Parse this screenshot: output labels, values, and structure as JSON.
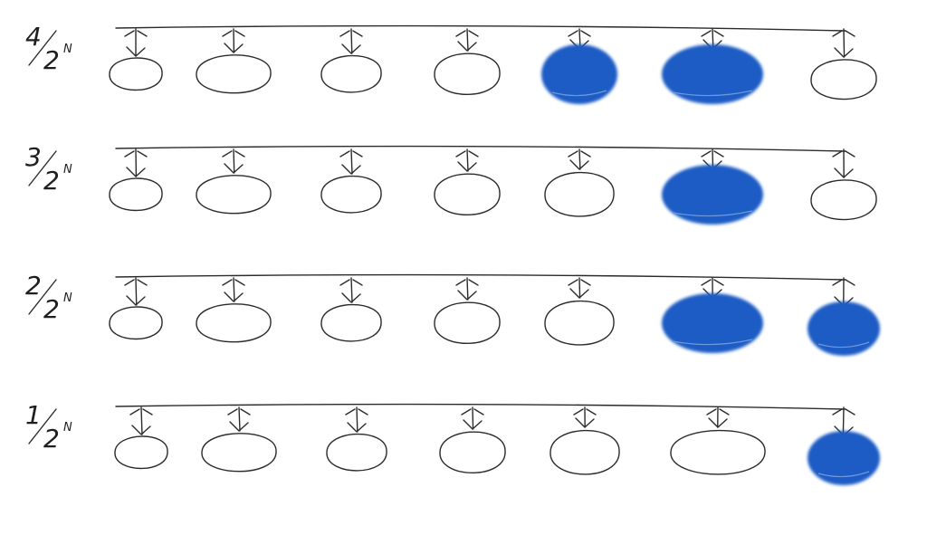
{
  "rows": [
    {
      "label": {
        "numerator": "4",
        "denominator": "2",
        "exponent": "N"
      },
      "filled": [
        false,
        false,
        false,
        false,
        true,
        true,
        false
      ]
    },
    {
      "label": {
        "numerator": "3",
        "denominator": "2",
        "exponent": "N"
      },
      "filled": [
        false,
        false,
        false,
        false,
        false,
        true,
        false
      ]
    },
    {
      "label": {
        "numerator": "2",
        "denominator": "2",
        "exponent": "N"
      },
      "filled": [
        false,
        false,
        false,
        false,
        false,
        true,
        true
      ]
    },
    {
      "label": {
        "numerator": "1",
        "denominator": "2",
        "exponent": "N"
      },
      "filled": [
        false,
        false,
        false,
        false,
        false,
        false,
        true
      ]
    }
  ],
  "colors": {
    "fill": "#1a5cc4",
    "ink": "#2b2b2b",
    "background": "#ffffff"
  }
}
